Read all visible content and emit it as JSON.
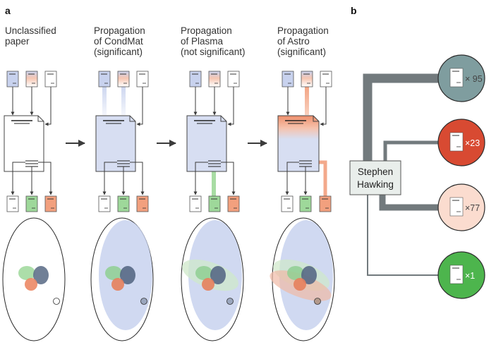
{
  "panel_a": {
    "letter": "a",
    "stages": [
      {
        "title_lines": [
          "Unclassified",
          "paper"
        ]
      },
      {
        "title_lines": [
          "Propagation",
          "of CondMat",
          "(significant)"
        ]
      },
      {
        "title_lines": [
          "Propagation",
          "of Plasma",
          "(not significant)"
        ]
      },
      {
        "title_lines": [
          "Propagation",
          "of Astro",
          "(significant)"
        ]
      }
    ]
  },
  "panel_b": {
    "letter": "b",
    "center_label_lines": [
      "Stephen",
      "Hawking"
    ],
    "nodes": [
      {
        "count": "× 95",
        "fill": "#7f9d9f"
      },
      {
        "count": "×23",
        "fill": "#d84a32"
      },
      {
        "count": "×77",
        "fill": "#fbdccf"
      },
      {
        "count": "×1",
        "fill": "#4db54d"
      }
    ]
  },
  "colors": {
    "condmat": "#c8d2ee",
    "plasma": "#9ed89a",
    "astro": "#f2a07e",
    "link": "#727a7d"
  }
}
